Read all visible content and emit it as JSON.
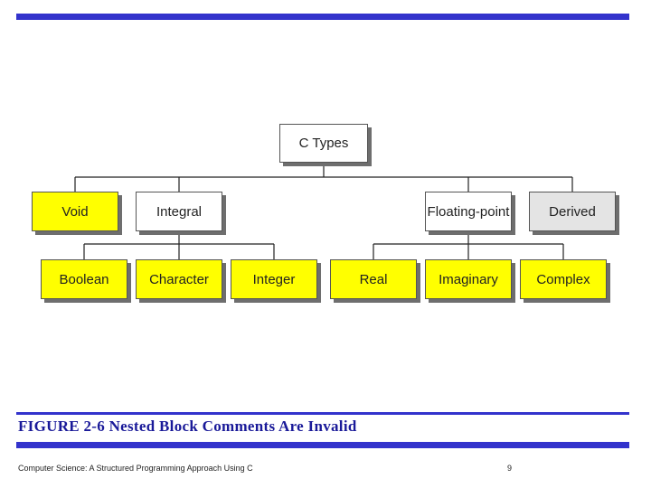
{
  "colors": {
    "accent_bar": "#3333cc",
    "caption_text": "#1a1a99",
    "node_yellow": "#ffff00",
    "node_white": "#ffffff",
    "node_gray": "#e4e4e4",
    "connector": "#222222"
  },
  "diagram": {
    "root": "C Types",
    "level1": {
      "void": "Void",
      "integral": "Integral",
      "floating_point": "Floating-point",
      "derived": "Derived"
    },
    "integral_children": [
      "Boolean",
      "Character",
      "Integer"
    ],
    "floating_children": [
      "Real",
      "Imaginary",
      "Complex"
    ]
  },
  "caption": "FIGURE 2-6  Nested Block Comments Are Invalid",
  "footer": {
    "text": "Computer Science: A Structured Programming Approach Using C",
    "page_number": "9"
  }
}
